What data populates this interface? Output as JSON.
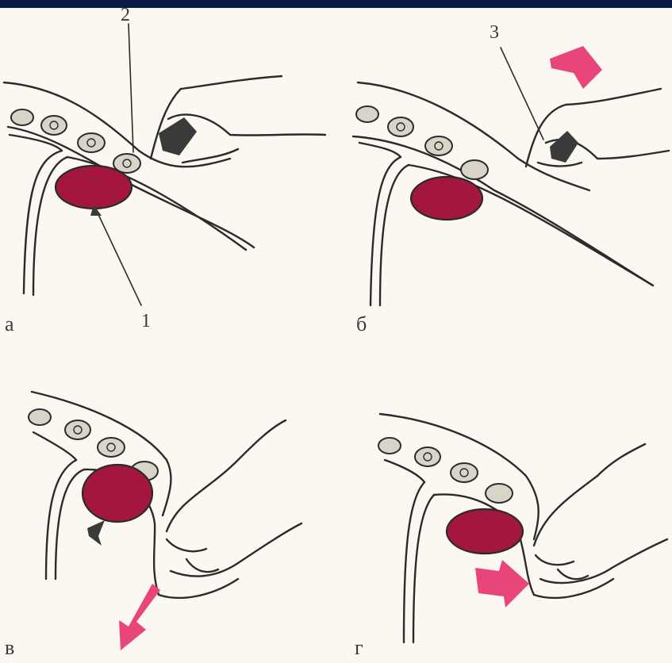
{
  "panels": [
    {
      "id": "a",
      "label": "а"
    },
    {
      "id": "b",
      "label": "б"
    },
    {
      "id": "v",
      "label": "в"
    },
    {
      "id": "g",
      "label": "г"
    }
  ],
  "callouts": {
    "one": "1",
    "two": "2",
    "three": "3"
  },
  "colors": {
    "top_bar": "#0b1a45",
    "mass": "#a3173f",
    "arrow": "#e8457a",
    "background": "#fbf8f2"
  }
}
